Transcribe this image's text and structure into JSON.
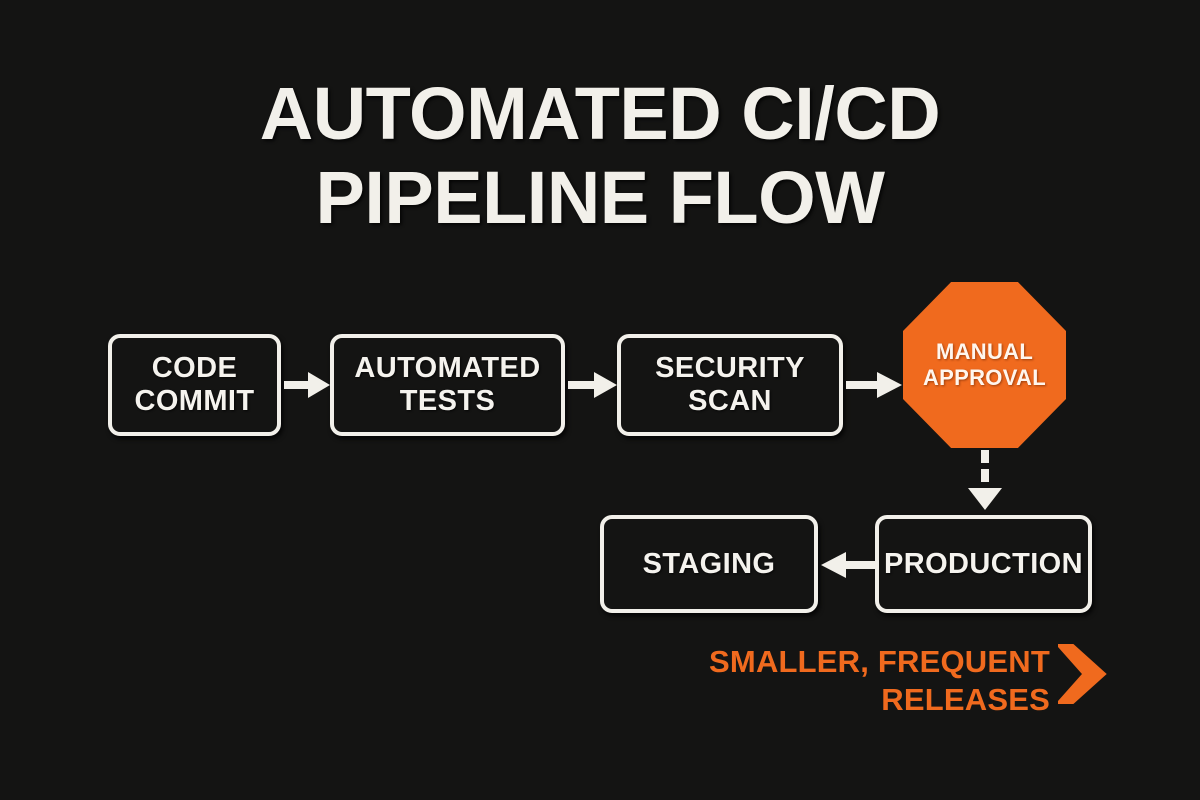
{
  "colors": {
    "background": "#141413",
    "foreground": "#F2F0EA",
    "accent": "#F06A1E",
    "accent_text": "#FFF6EE"
  },
  "title": {
    "line1": "AUTOMATED CI/CD",
    "line2": "PIPELINE FLOW",
    "full": "AUTOMATED CI/CD PIPELINE FLOW"
  },
  "nodes": [
    {
      "id": "code-commit",
      "line1": "CODE",
      "line2": "COMMIT",
      "shape": "rounded-rect",
      "style": "outline"
    },
    {
      "id": "automated-tests",
      "line1": "AUTOMATED",
      "line2": "TESTS",
      "shape": "rounded-rect",
      "style": "outline"
    },
    {
      "id": "security-scan",
      "line1": "SECURITY",
      "line2": "SCAN",
      "shape": "rounded-rect",
      "style": "outline"
    },
    {
      "id": "manual-approval",
      "line1": "MANUAL",
      "line2": "APPROVAL",
      "shape": "octagon",
      "style": "filled-orange"
    },
    {
      "id": "staging",
      "line1": "STAGING",
      "line2": "",
      "shape": "rounded-rect",
      "style": "outline"
    },
    {
      "id": "production",
      "line1": "PRODUCTION",
      "line2": "",
      "shape": "rounded-rect",
      "style": "outline"
    }
  ],
  "connectors": [
    {
      "id": "code-commit-to-automated-tests",
      "from": "code-commit",
      "to": "automated-tests",
      "direction": "right",
      "line": "solid"
    },
    {
      "id": "automated-tests-to-security-scan",
      "from": "automated-tests",
      "to": "security-scan",
      "direction": "right",
      "line": "solid"
    },
    {
      "id": "security-scan-to-manual-approval",
      "from": "security-scan",
      "to": "manual-approval",
      "direction": "right",
      "line": "solid"
    },
    {
      "id": "manual-approval-to-production",
      "from": "manual-approval",
      "to": "production",
      "direction": "down",
      "line": "dashed"
    },
    {
      "id": "production-to-staging",
      "from": "production",
      "to": "staging",
      "direction": "left",
      "line": "solid"
    }
  ],
  "caption": {
    "line1": "SMALLER, FREQUENT",
    "line2": "RELEASES",
    "icon": "chevron-right-icon"
  }
}
